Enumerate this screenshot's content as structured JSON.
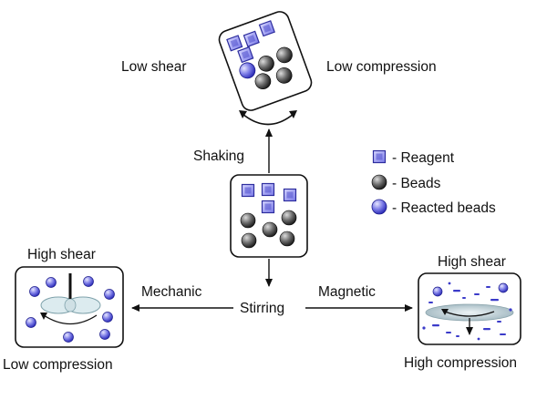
{
  "center": {
    "label_shaking": "Shaking",
    "label_stirring": "Stirring"
  },
  "top_panel": {
    "label_left": "Low shear",
    "label_right": "Low compression"
  },
  "left_panel": {
    "label_top": "High shear",
    "label_bottom": "Low compression",
    "arrow_label": "Mechanic"
  },
  "right_panel": {
    "label_top": "High shear",
    "label_bottom": "High compression",
    "arrow_label": "Magnetic"
  },
  "legend": {
    "reagent": "- Reagent",
    "beads": "- Beads",
    "reacted": "- Reacted beads"
  },
  "colors": {
    "reagent": "#5b5bd6",
    "reagent_light": "#c9c9ff",
    "bead_dark": "#2b2b2b",
    "bead_light": "#d6d6d6",
    "reacted_dark": "#3b3bc9",
    "reacted_light": "#c4c4ff",
    "impeller": "#dcebef",
    "impeller_edge": "#7fa2ab",
    "magnetic_disc": "#c7d6dc"
  },
  "icons": {
    "rotation": "curved-double-arrow",
    "impeller": "impeller-propeller",
    "stir_bar": "magnetic-stir-disc"
  }
}
